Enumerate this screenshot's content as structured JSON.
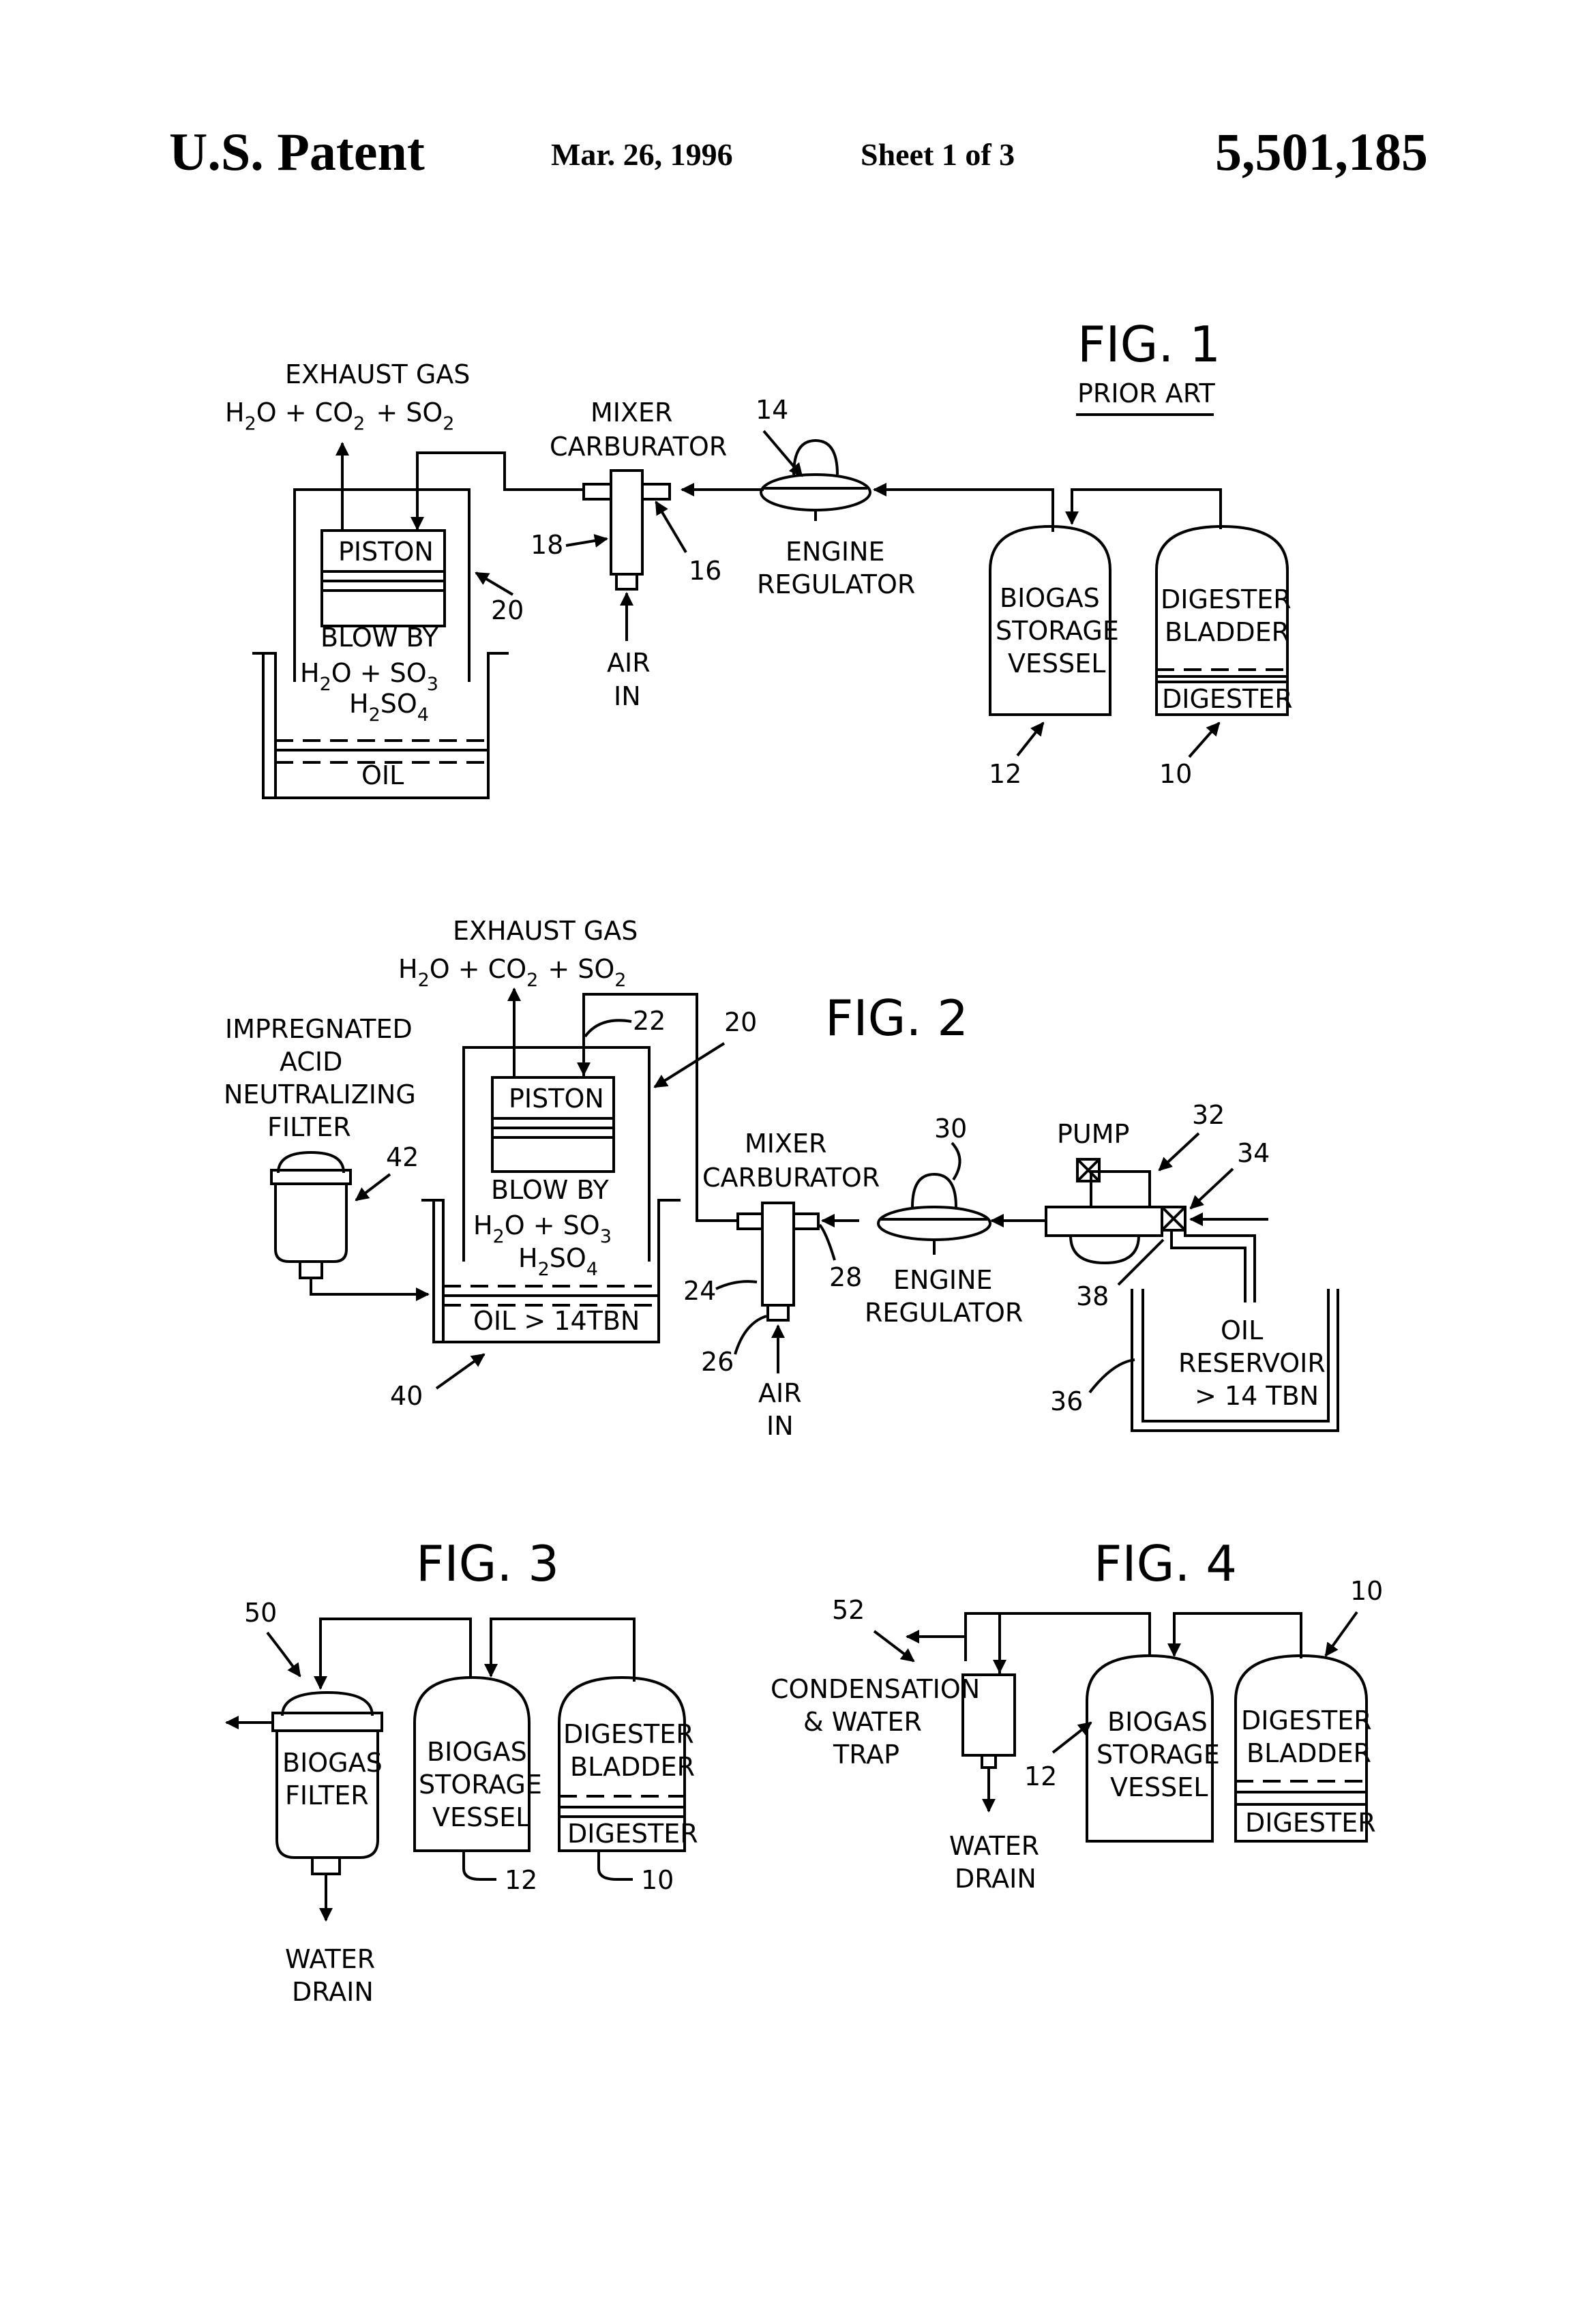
{
  "header": {
    "publisher": "U.S. Patent",
    "date": "Mar. 26, 1996",
    "sheet": "Sheet 1 of 3",
    "patent_number": "5,501,185"
  },
  "fig1": {
    "title": "FIG. 1",
    "subtitle": "PRIOR ART",
    "exhaust_label": "EXHAUST GAS",
    "exhaust_h2o_a": "H",
    "exhaust_h2o_sub": "2",
    "exhaust_h2o_b": "O  +  CO",
    "exhaust_co2_sub": "2",
    "exhaust_so2": "+  SO",
    "exhaust_so2_sub": "2",
    "mixer_line1": "MIXER",
    "mixer_line2": "CARBURATOR",
    "piston": "PISTON",
    "blowby": "BLOW   BY",
    "blowby_h2o": "H",
    "blowby_h2o_sub": "2",
    "blowby_h2o_rest": "O  +   SO",
    "blowby_so3_sub": "3",
    "h2so4_a": "H",
    "h2so4_sub1": "2",
    "h2so4_b": "SO",
    "h2so4_sub2": "4",
    "oil": "OIL",
    "air_line1": "AIR",
    "air_line2": "IN",
    "regulator_line1": "ENGINE",
    "regulator_line2": "REGULATOR",
    "storage_line1": "BIOGAS",
    "storage_line2": "STORAGE",
    "storage_line3": "VESSEL",
    "bladder_line1": "DIGESTER",
    "bladder_line2": "BLADDER",
    "digester": "DIGESTER",
    "ref_14": "14",
    "ref_16": "16",
    "ref_18": "18",
    "ref_20": "20",
    "ref_12": "12",
    "ref_10": "10"
  },
  "fig2": {
    "title": "FIG. 2",
    "exhaust_label": "EXHAUST GAS",
    "exhaust_h2o_a": "H",
    "exhaust_h2o_sub": "2",
    "exhaust_h2o_b": "O  +   CO",
    "exhaust_co2_sub": "2",
    "exhaust_so2": "+   SO",
    "exhaust_so2_sub": "2",
    "filter_line1": "IMPREGNATED",
    "filter_line2": "ACID",
    "filter_line3": "NEUTRALIZING",
    "filter_line4": "FILTER",
    "piston": "PISTON",
    "blowby": "BLOW   BY",
    "blowby_h2o": "H",
    "blowby_h2o_sub": "2",
    "blowby_h2o_rest": "O  +   SO",
    "blowby_so3_sub": "3",
    "h2so4_a": "H",
    "h2so4_sub1": "2",
    "h2so4_b": "SO",
    "h2so4_sub2": "4",
    "oil": "OIL > 14TBN",
    "mixer_line1": "MIXER",
    "mixer_line2": "CARBURATOR",
    "air_line1": "AIR",
    "air_line2": "IN",
    "regulator_line1": "ENGINE",
    "regulator_line2": "REGULATOR",
    "pump": "PUMP",
    "reservoir_line1": "OIL",
    "reservoir_line2": "RESERVOIR",
    "reservoir_line3": "> 14  TBN",
    "ref_20": "20",
    "ref_22": "22",
    "ref_24": "24",
    "ref_26": "26",
    "ref_28": "28",
    "ref_30": "30",
    "ref_32": "32",
    "ref_34": "34",
    "ref_36": "36",
    "ref_38": "38",
    "ref_40": "40",
    "ref_42": "42"
  },
  "fig3": {
    "title": "FIG. 3",
    "filter_line1": "BIOGAS",
    "filter_line2": "FILTER",
    "storage_line1": "BIOGAS",
    "storage_line2": "STORAGE",
    "storage_line3": "VESSEL",
    "bladder_line1": "DIGESTER",
    "bladder_line2": "BLADDER",
    "digester": "DIGESTER",
    "drain_line1": "WATER",
    "drain_line2": "DRAIN",
    "ref_50": "50",
    "ref_12": "12",
    "ref_10": "10"
  },
  "fig4": {
    "title": "FIG. 4",
    "trap_line1": "CONDENSATION",
    "trap_line2": "& WATER",
    "trap_line3": "TRAP",
    "drain_line1": "WATER",
    "drain_line2": "DRAIN",
    "storage_line1": "BIOGAS",
    "storage_line2": "STORAGE",
    "storage_line3": "VESSEL",
    "bladder_line1": "DIGESTER",
    "bladder_line2": "BLADDER",
    "digester": "DIGESTER",
    "ref_52": "52",
    "ref_12": "12",
    "ref_10": "10"
  }
}
